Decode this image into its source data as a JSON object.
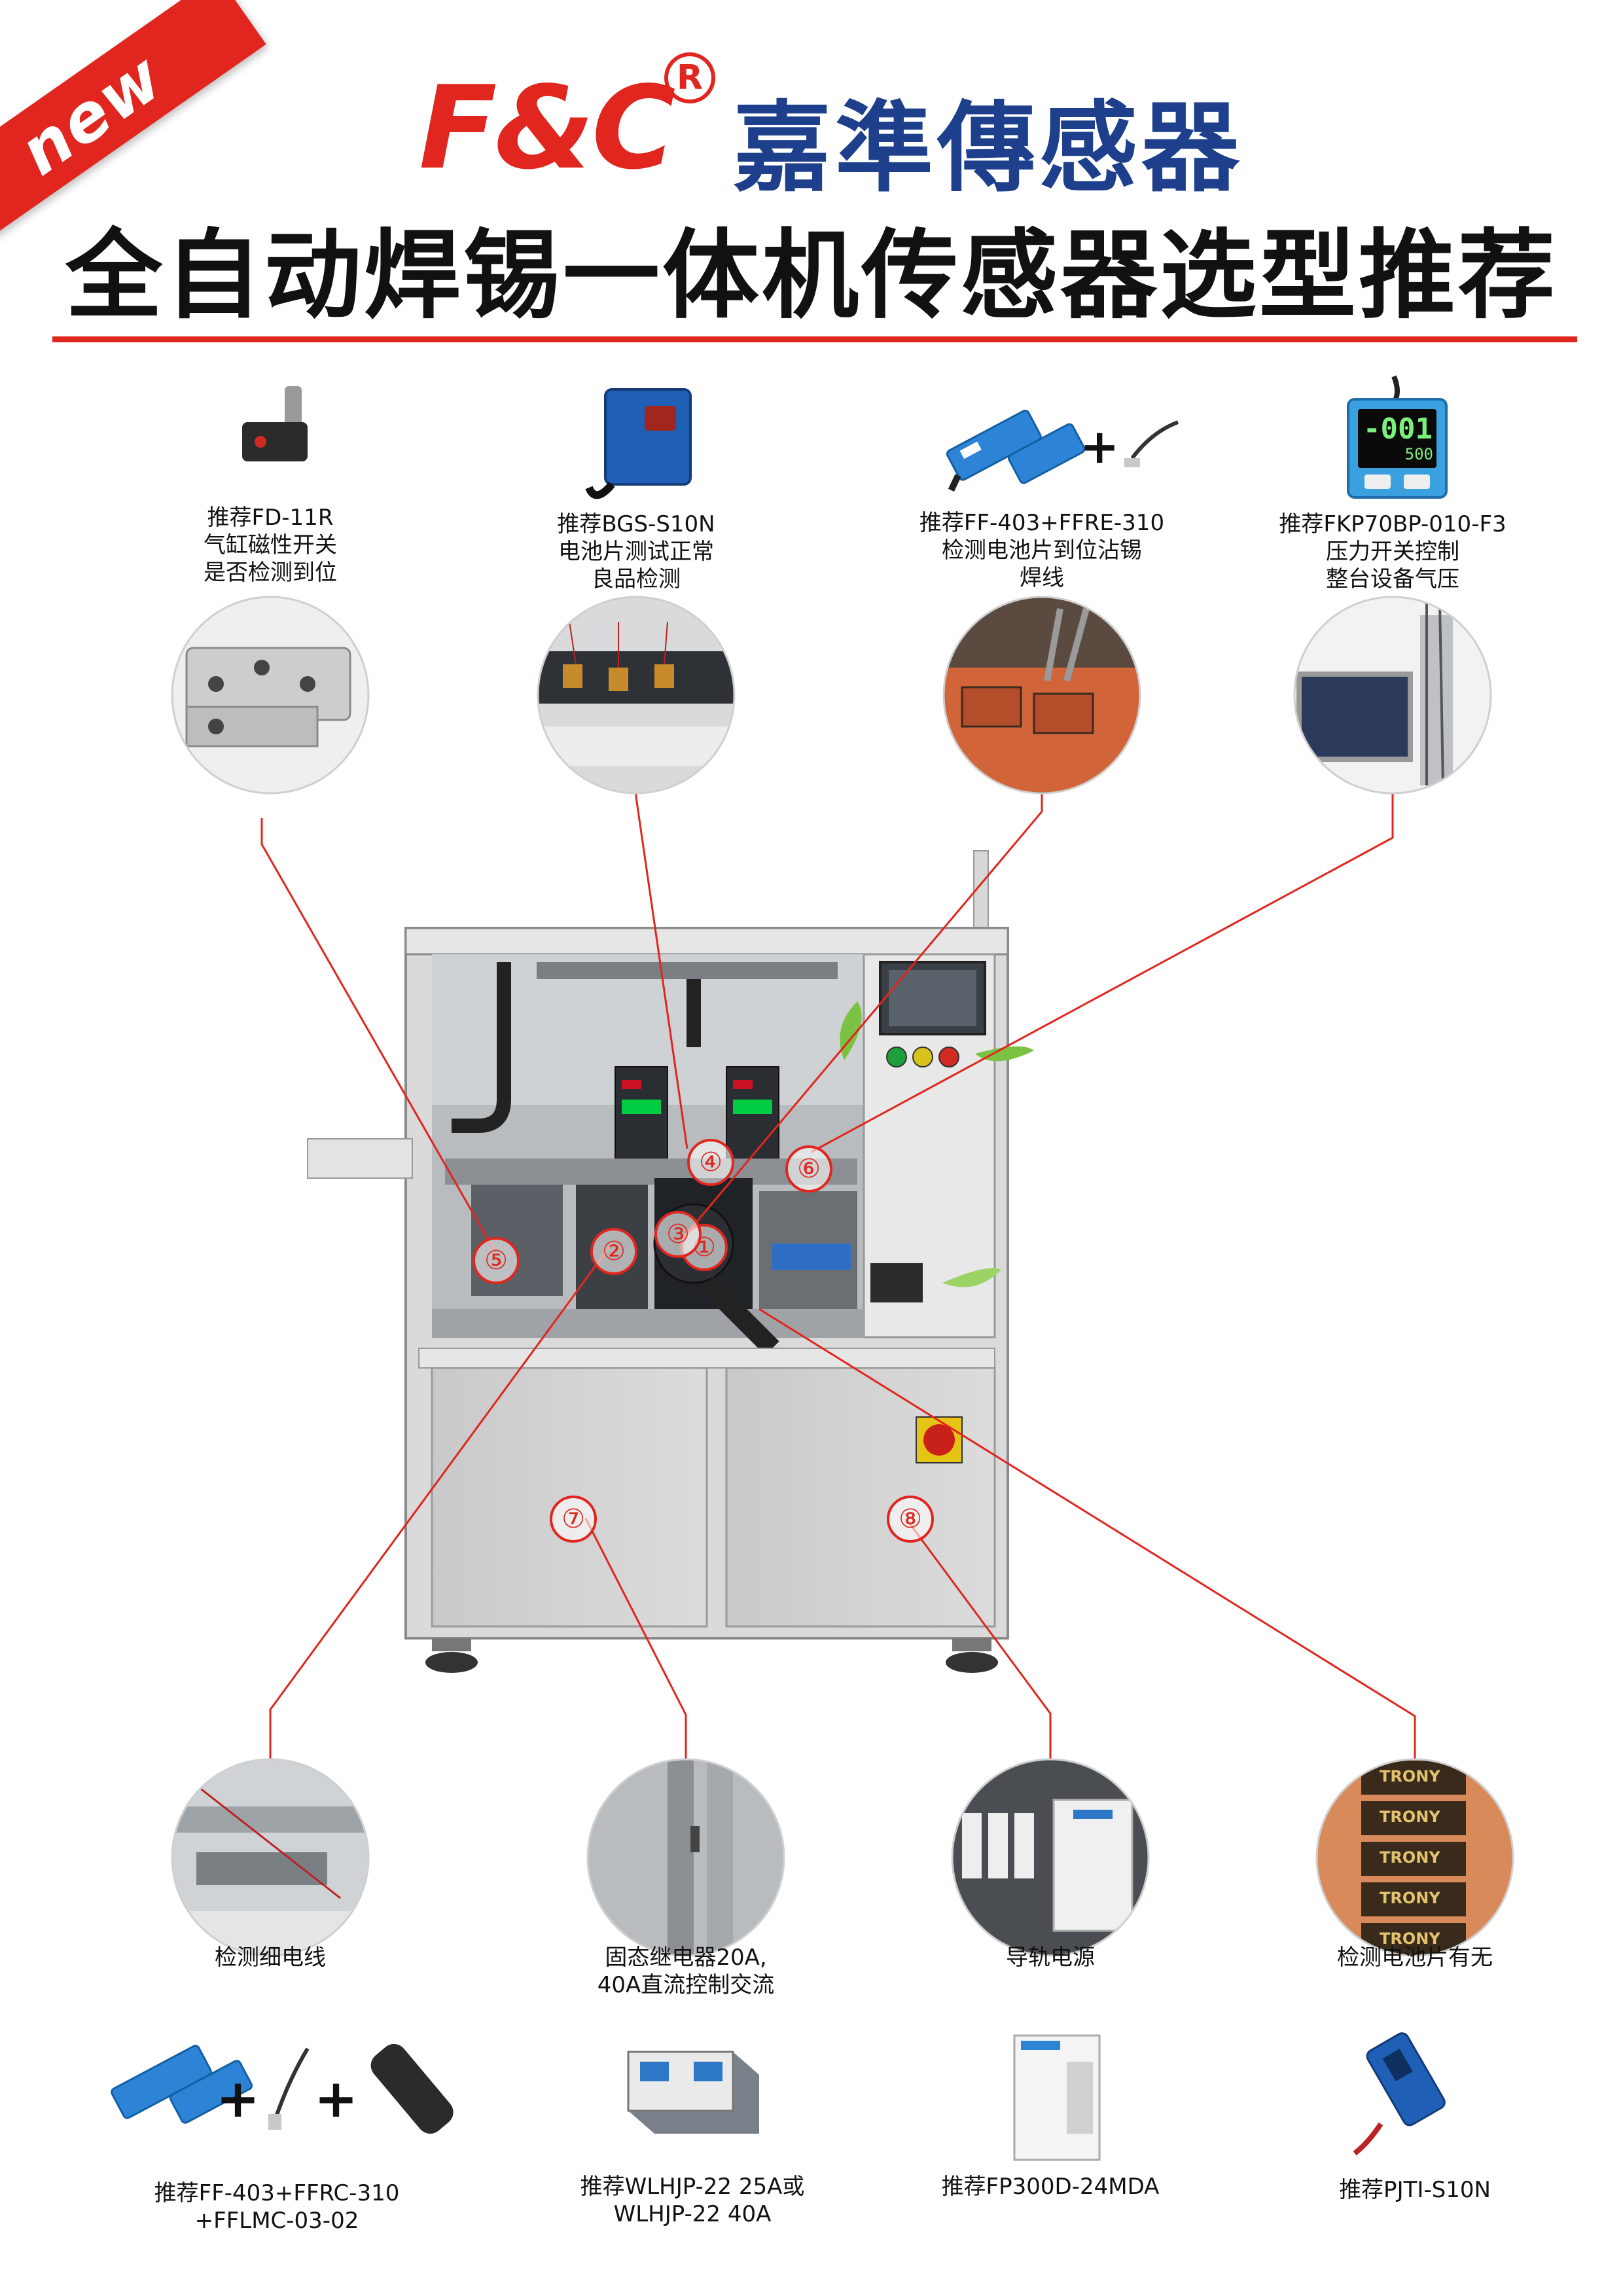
{
  "header": {
    "ribbon": "new",
    "brand_en": "F&C",
    "reg_mark": "R",
    "brand_cn": "嘉準傳感器",
    "title": "全自动焊锡一体机传感器选型推荐"
  },
  "top_items": [
    {
      "lines": [
        "推荐FD-11R",
        "气缸磁性开关",
        "是否检测到位"
      ],
      "icon": "magnetic-switch-icon"
    },
    {
      "lines": [
        "推荐BGS-S10N",
        "电池片测试正常",
        "良品检测"
      ],
      "icon": "photoelectric-sensor-icon"
    },
    {
      "lines": [
        "推荐FF-403+FFRE-310",
        "检测电池片到位沾锡",
        "焊线"
      ],
      "plus": "+",
      "icon": "fiber-amplifier-icon"
    },
    {
      "lines": [
        "推荐FKP70BP-010-F3",
        "压力开关控制",
        "整台设备气压"
      ],
      "display_main": "-001",
      "display_sub": "500",
      "icon": "pressure-switch-icon"
    }
  ],
  "machine_numbers": [
    "①",
    "②",
    "③",
    "④",
    "⑤",
    "⑥",
    "⑦",
    "⑧"
  ],
  "bottom_items": [
    {
      "caption": [
        "检测细电线"
      ],
      "model": [
        "推荐FF-403+FFRC-310",
        "+FFLMC-03-02"
      ],
      "plus1": "+",
      "plus2": "+"
    },
    {
      "caption": [
        "固态继电器20A,",
        "40A直流控制交流"
      ],
      "model": [
        "推荐WLHJP-22 25A或",
        "WLHJP-22 40A"
      ]
    },
    {
      "caption": [
        "导轨电源"
      ],
      "model": [
        "推荐FP300D-24MDA"
      ]
    },
    {
      "caption": [
        "检测电池片有无"
      ],
      "model": [
        "推荐PJTI-S10N"
      ]
    }
  ],
  "battery_label": "TRONY",
  "colors": {
    "accent": "#e0261e",
    "brand_blue": "#1d3f8c"
  }
}
